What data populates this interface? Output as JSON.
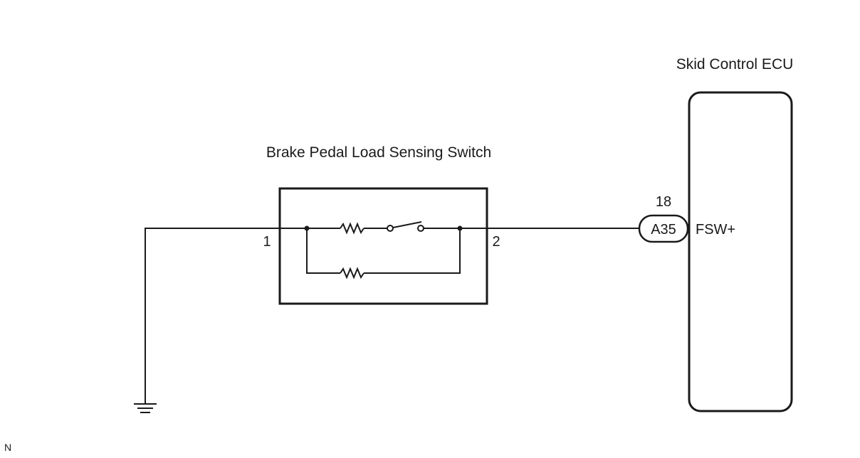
{
  "switch": {
    "title": "Brake Pedal Load Sensing Switch",
    "pin_left": "1",
    "pin_right": "2"
  },
  "ecu": {
    "title": "Skid Control ECU",
    "connector": "A35",
    "pin_number": "18",
    "terminal": "FSW+"
  },
  "footer": {
    "code": "N"
  },
  "colors": {
    "line": "#1a1a1a",
    "background": "#ffffff"
  },
  "icons": [
    "ground-symbol-icon",
    "resistor-icon",
    "switch-icon",
    "connector-icon"
  ]
}
